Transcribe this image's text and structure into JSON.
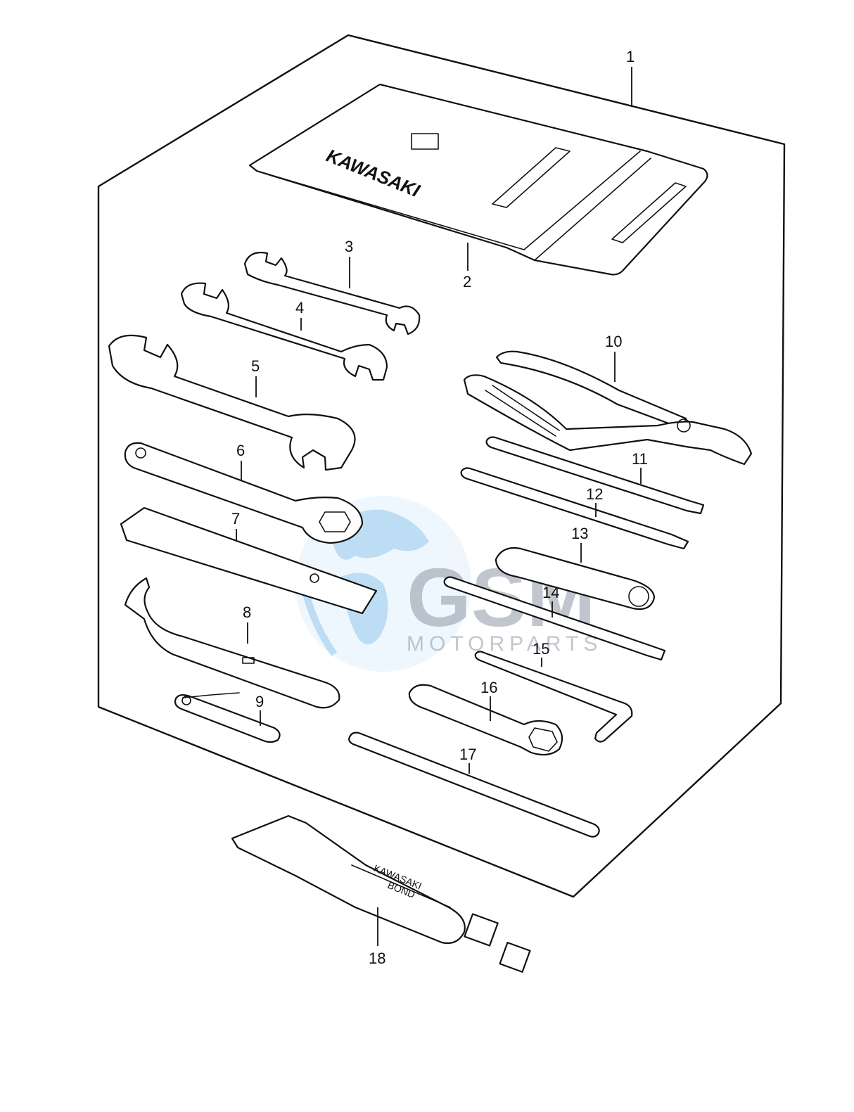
{
  "diagram": {
    "callouts": [
      "1",
      "2",
      "3",
      "4",
      "5",
      "6",
      "7",
      "8",
      "9",
      "10",
      "11",
      "12",
      "13",
      "14",
      "15",
      "16",
      "17",
      "18"
    ],
    "pouch_brand": "KAWASAKI",
    "tube_label_line1": "KAWASAKI",
    "tube_label_line2": "BOND"
  },
  "watermark": {
    "letters": "GSM",
    "subtitle": "MOTORPARTS",
    "globe_color": "#6fb6e8",
    "letter_color": "#8f98a7"
  }
}
